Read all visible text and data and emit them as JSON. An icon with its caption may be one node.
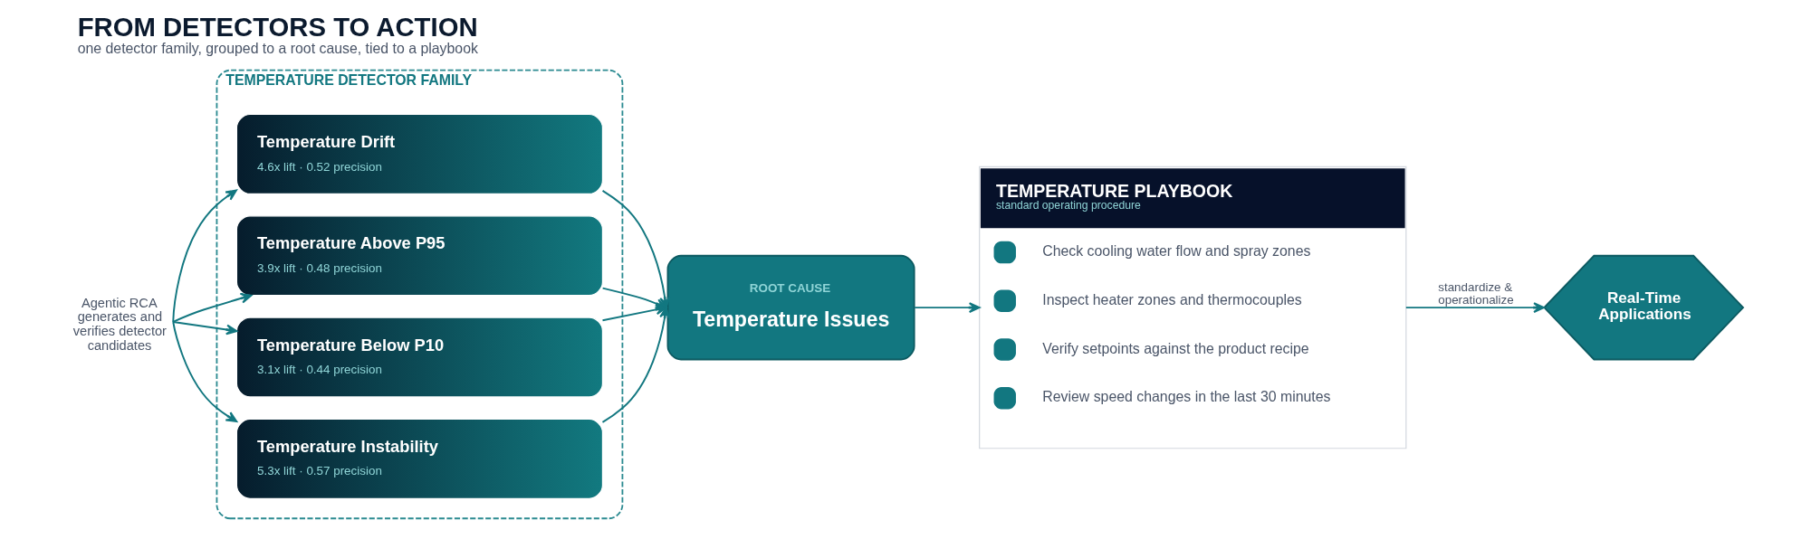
{
  "diagram": {
    "title": "FROM DETECTORS TO ACTION",
    "caption": "one detector family, grouped to a root cause, tied to a playbook",
    "nodes": [
      {
        "text": [
          "Agentic RCA generates and verifies detector candidates"
        ]
      },
      {
        "text": [
          "TEMPERATURE DETECTOR FAMILY"
        ]
      },
      {
        "text": [
          "Temperature Drift",
          "4.6x lift · 0.52 precision"
        ],
        "in": 1
      },
      {
        "text": [
          "Temperature Above P95",
          "3.9x lift · 0.48 precision"
        ],
        "in": 1
      },
      {
        "text": [
          "Temperature Below P10",
          "3.1x lift · 0.44 precision"
        ],
        "in": 1
      },
      {
        "text": [
          "Temperature Instability",
          "5.3x lift · 0.57 precision"
        ],
        "in": 1
      },
      {
        "text": [
          "ROOT CAUSE",
          "Temperature Issues"
        ]
      },
      {
        "text": [
          "TEMPERATURE PLAYBOOK",
          "standard operating procedure",
          "Check cooling water flow and spray zones",
          "Inspect heater zones and thermocouples",
          "Verify setpoints against the product recipe",
          "Review speed changes in the last 30 minutes"
        ]
      },
      {
        "text": [
          "Real-Time Applications"
        ]
      }
    ],
    "edges": [
      {
        "from": 0,
        "to": 2,
        "arrow": "to"
      },
      {
        "from": 0,
        "to": 3,
        "arrow": "to"
      },
      {
        "from": 0,
        "to": 4,
        "arrow": "to"
      },
      {
        "from": 0,
        "to": 5,
        "arrow": "to"
      },
      {
        "from": 2,
        "to": 6,
        "arrow": "to"
      },
      {
        "from": 3,
        "to": 6,
        "arrow": "to"
      },
      {
        "from": 4,
        "to": 6,
        "arrow": "to"
      },
      {
        "from": 5,
        "to": 6,
        "arrow": "to"
      },
      {
        "from": 6,
        "to": 7,
        "arrow": "to"
      },
      {
        "from": 7,
        "to": 8,
        "label": "standardize & operationalize",
        "arrow": "to"
      }
    ]
  }
}
